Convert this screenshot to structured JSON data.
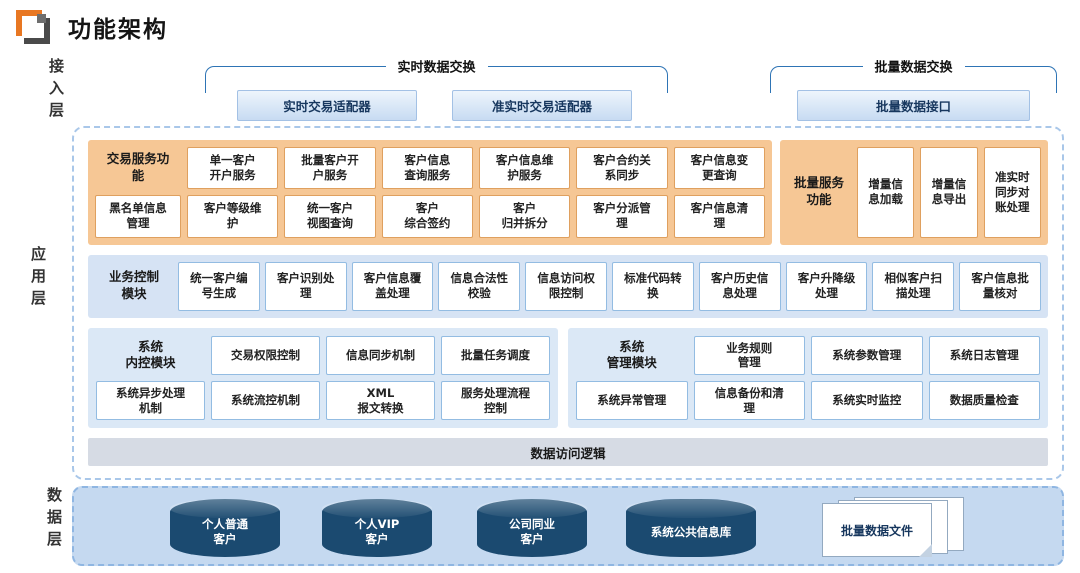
{
  "page": {
    "title": "功能架构"
  },
  "layer_labels": {
    "access": "接入层",
    "application": "应用层",
    "data": "数据层"
  },
  "access_layer": {
    "realtime_group": {
      "label": "实时数据交换",
      "adapters": [
        "实时交易适配器",
        "准实时交易适配器"
      ]
    },
    "batch_group": {
      "label": "批量数据交换",
      "adapters": [
        "批量数据接口"
      ]
    }
  },
  "application_layer": {
    "transaction_panel": {
      "label": "交易服务功\n能",
      "boxes": [
        "单一客户\n开户服务",
        "批量客户开\n户服务",
        "客户信息\n查询服务",
        "客户信息维\n护服务",
        "客户合约关\n系同步",
        "客户信息变\n更查询",
        "黑名单信息\n管理",
        "客户等级维\n护",
        "统一客户\n视图查询",
        "客户\n综合签约",
        "客户\n归并拆分",
        "客户分派管\n理",
        "客户信息清\n理"
      ]
    },
    "batch_panel": {
      "label": "批量服务\n功能",
      "boxes": [
        "增量信\n息加载",
        "增量信\n息导出",
        "准实时\n同步对\n账处理"
      ]
    },
    "business_control_panel": {
      "label": "业务控制\n模块",
      "boxes": [
        "统一客户编\n号生成",
        "客户识别处\n理",
        "客户信息覆\n盖处理",
        "信息合法性\n校验",
        "信息访问权\n限控制",
        "标准代码转\n换",
        "客户历史信\n息处理",
        "客户升降级\n处理",
        "相似客户扫\n描处理",
        "客户信息批\n量核对"
      ]
    },
    "internal_control_panel": {
      "label": "系统\n内控模块",
      "boxes": [
        "交易权限控制",
        "信息同步机制",
        "批量任务调度",
        "系统异步处理\n机制",
        "系统流控机制",
        "XML\n报文转换",
        "服务处理流程\n控制"
      ]
    },
    "system_management_panel": {
      "label": "系统\n管理模块",
      "boxes": [
        "业务规则\n管理",
        "系统参数管理",
        "系统日志管理",
        "系统异常管理",
        "信息备份和清\n理",
        "系统实时监控",
        "数据质量检查"
      ]
    },
    "data_access_bar": "数据访问逻辑"
  },
  "data_layer": {
    "databases": [
      "个人普通\n客户",
      "个人VIP\n客户",
      "公司同业\n客户",
      "系统公共信息库"
    ],
    "file_stack": "批量数据文件"
  },
  "colors": {
    "accent_blue": "#2E74B5",
    "orange_panel": "#F6C795",
    "orange_border": "#DFA05F",
    "blue_panel": "#D6E3F4",
    "blue_border": "#93BCE2",
    "bar_gray": "#D6DBE4",
    "data_panel": "#C5D9F0",
    "cylinder": "#1B4A70"
  }
}
